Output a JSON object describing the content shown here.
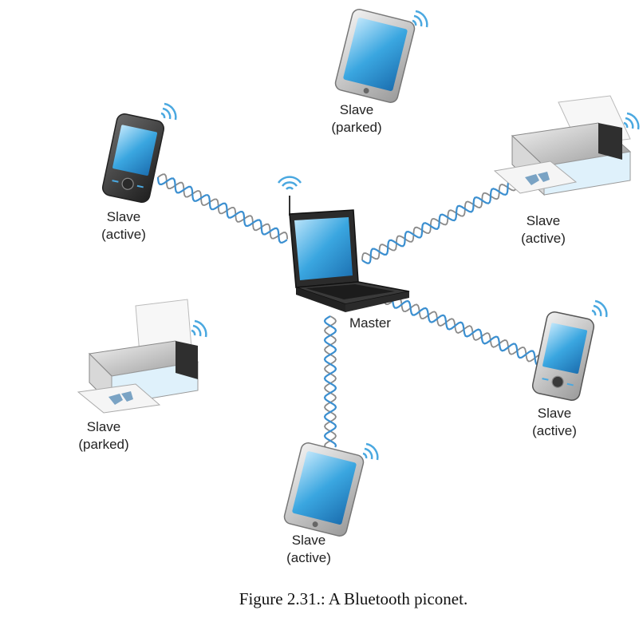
{
  "diagram": {
    "caption": "Figure 2.31.: A Bluetooth piconet.",
    "master": {
      "label": "Master",
      "device": "laptop-icon"
    },
    "slaves": [
      {
        "id": "tablet-top",
        "device": "tablet-icon",
        "line1": "Slave",
        "line2": "(parked)",
        "link": false
      },
      {
        "id": "phone-left",
        "device": "smartphone-icon",
        "line1": "Slave",
        "line2": "(active)",
        "link": true
      },
      {
        "id": "printer-right",
        "device": "printer-icon",
        "line1": "Slave",
        "line2": "(active)",
        "link": true
      },
      {
        "id": "printer-left",
        "device": "printer-icon",
        "line1": "Slave",
        "line2": "(parked)",
        "link": false
      },
      {
        "id": "phone-right",
        "device": "smartphone-icon",
        "line1": "Slave",
        "line2": "(active)",
        "link": true
      },
      {
        "id": "tablet-bottom",
        "device": "tablet-icon",
        "line1": "Slave",
        "line2": "(active)",
        "link": true
      }
    ],
    "colors": {
      "link_front": "#3b8fd0",
      "link_back": "#8a8a8a",
      "screen": "#3aa6e0",
      "signal": "#4aa8e0",
      "device_dark": "#3a3a3a",
      "device_silver": "#c8c8c8"
    }
  }
}
